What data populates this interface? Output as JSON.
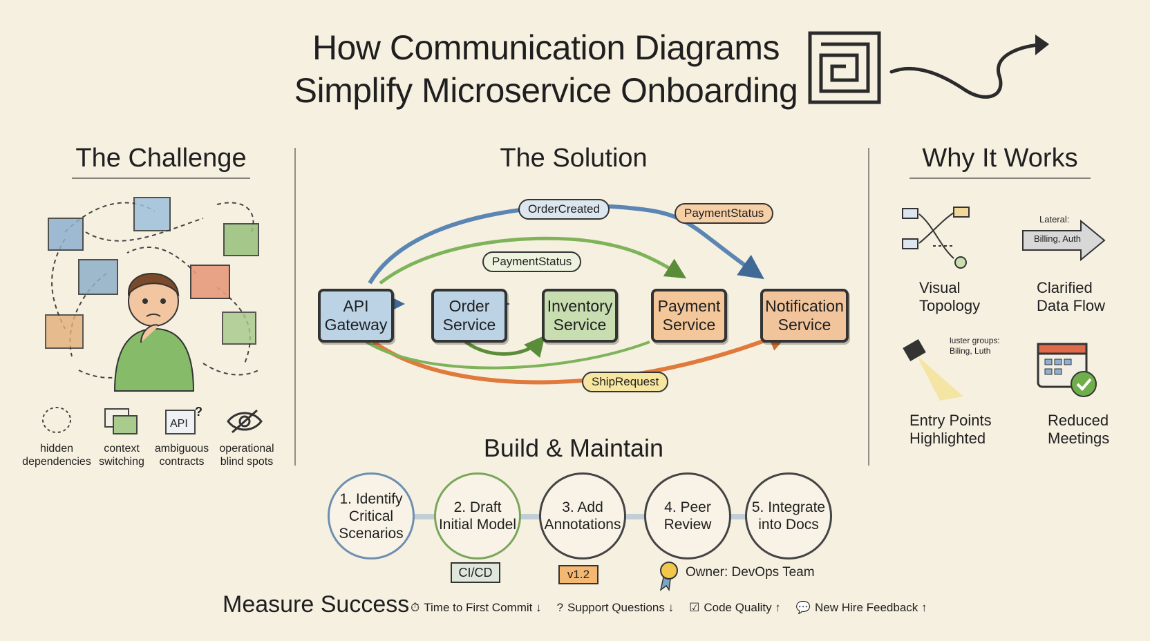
{
  "title": {
    "line1": "How Communication Diagrams",
    "line2": "Simplify Microservice Onboarding"
  },
  "challenge": {
    "heading": "The Challenge",
    "items": [
      {
        "label": "hidden dependencies",
        "icon": "dashed-circle-icon"
      },
      {
        "label": "context switching",
        "icon": "windows-icon"
      },
      {
        "label": "ambiguous contracts",
        "icon": "api-question-icon"
      },
      {
        "label": "operational blind spots",
        "icon": "eye-slash-icon"
      }
    ]
  },
  "solution": {
    "heading": "The Solution",
    "services": [
      {
        "label": "API Gateway",
        "color": "#bcd3e6"
      },
      {
        "label": "Order Service",
        "color": "#bcd3e6"
      },
      {
        "label": "Inventory Service",
        "color": "#c8deb0"
      },
      {
        "label": "Payment Service",
        "color": "#f3c79a"
      },
      {
        "label": "Notification Service",
        "color": "#f1c49c"
      }
    ],
    "messages": {
      "order_created": "OrderCreated",
      "payment_status_top": "PaymentStatus",
      "payment_status_inner": "PaymentStatus",
      "ship_request": "ShipRequest"
    }
  },
  "build": {
    "heading": "Build & Maintain",
    "steps": [
      {
        "label": "1. Identify Critical Scenarios",
        "ring": "#7ea4c4"
      },
      {
        "label": "2. Draft Initial Model",
        "ring": "#8fb873"
      },
      {
        "label": "3. Add Annotations",
        "ring": "#bcd3e6"
      },
      {
        "label": "4. Peer Review",
        "ring": "#bcd3e6"
      },
      {
        "label": "5. Integrate into Docs",
        "ring": "#bcd3e6"
      }
    ],
    "badges": {
      "cicd": "CI/CD",
      "version": "v1.2",
      "owner": "Owner: DevOps Team"
    }
  },
  "why": {
    "heading": "Why It Works",
    "items": [
      {
        "label": "Visual Topology",
        "icon": "topology-icon"
      },
      {
        "label": "Clarified Data Flow",
        "icon": "flow-arrow-icon"
      },
      {
        "label": "Entry Points Highlighted",
        "icon": "spotlight-icon"
      },
      {
        "label": "Reduced Meetings",
        "icon": "calendar-check-icon"
      }
    ],
    "arrow_label_top": "Lateral:",
    "arrow_label": "Billing, Auth",
    "spotlight_note": "luster groups: Biling, Luth"
  },
  "measure": {
    "heading": "Measure Success",
    "metrics": [
      {
        "label": "Time to First Commit ↓",
        "icon": "stopwatch-icon"
      },
      {
        "label": "Support Questions ↓",
        "icon": "question-icon"
      },
      {
        "label": "Code Quality ↑",
        "icon": "checkbox-icon"
      },
      {
        "label": "New Hire Feedback ↑",
        "icon": "chat-icon"
      }
    ]
  },
  "colors": {
    "background": "#f6f0e1",
    "blue": "#5b86b3",
    "green": "#6fa24a",
    "orange": "#e07a3c"
  }
}
